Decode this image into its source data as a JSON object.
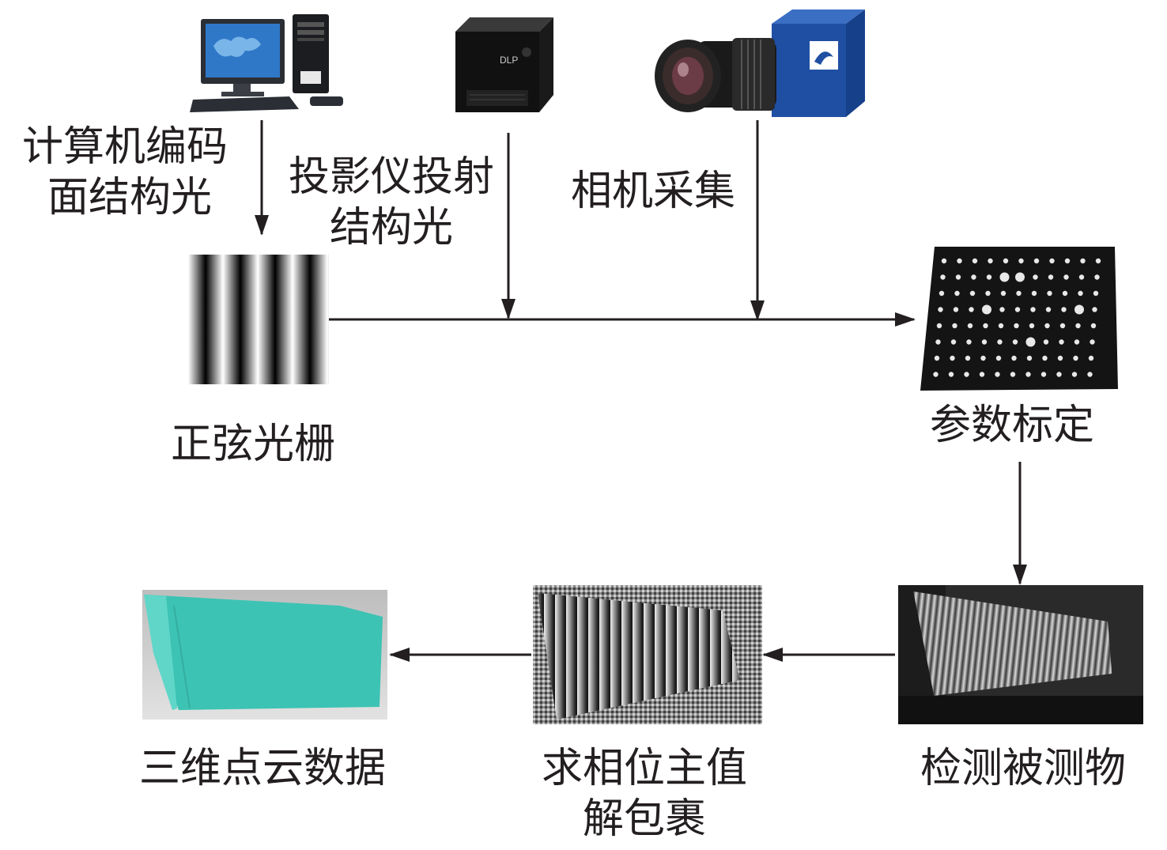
{
  "labels": {
    "computer_encode": [
      "计算机编码",
      "面结构光"
    ],
    "projector_project": [
      "投影仪投射",
      "结构光"
    ],
    "camera_capture": "相机采集",
    "sine_grating": "正弦光栅",
    "param_calibration": "参数标定",
    "detect_object": "检测被测物",
    "phase_unwrap": [
      "求相位主值",
      "解包裹"
    ],
    "point_cloud": "三维点云数据"
  },
  "icons": {
    "computer": "desktop-computer-icon",
    "projector": "dlp-projector-icon",
    "camera": "industrial-camera-icon",
    "projector_badge": "DLP"
  },
  "colors": {
    "arrow": "#231f20",
    "text": "#231f20",
    "camera_body": "#1f4fa3",
    "point_cloud": "#3cc3b3",
    "calib_board": "#111111"
  }
}
